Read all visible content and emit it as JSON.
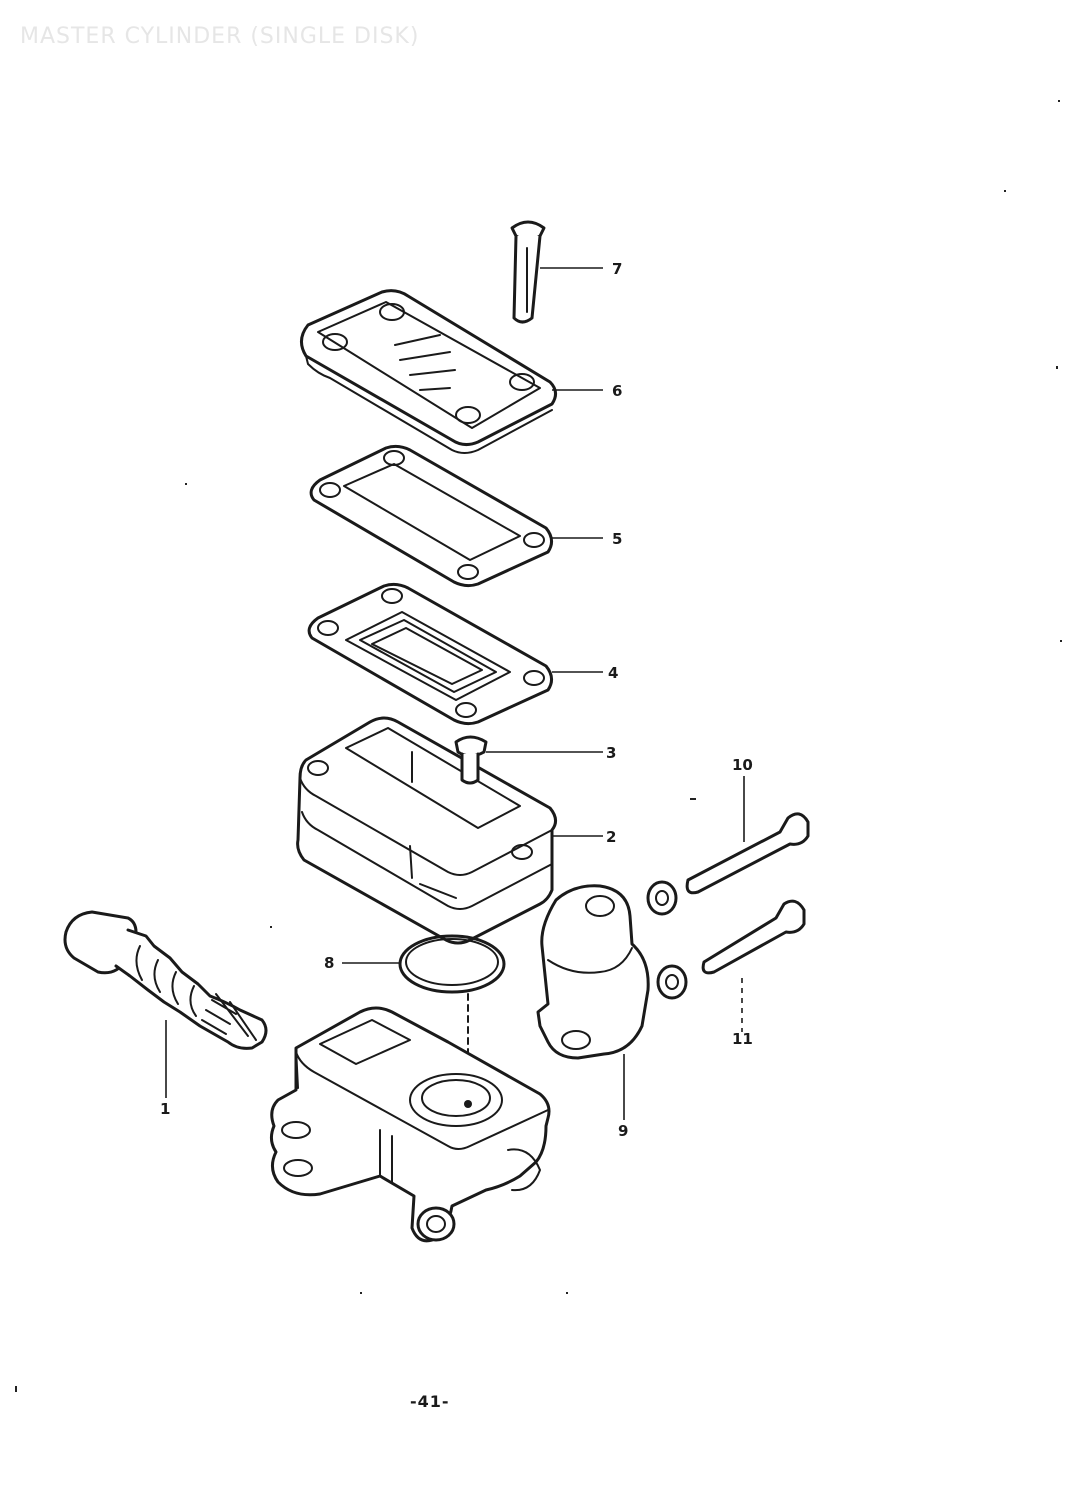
{
  "header": {
    "title": "MASTER CYLINDER (SINGLE DISK)"
  },
  "callouts": [
    {
      "id": "1",
      "label": "1"
    },
    {
      "id": "2",
      "label": "2"
    },
    {
      "id": "3",
      "label": "3"
    },
    {
      "id": "4",
      "label": "4"
    },
    {
      "id": "5",
      "label": "5"
    },
    {
      "id": "6",
      "label": "6"
    },
    {
      "id": "7",
      "label": "7"
    },
    {
      "id": "8",
      "label": "8"
    },
    {
      "id": "9",
      "label": "9"
    },
    {
      "id": "10",
      "label": "10"
    },
    {
      "id": "11",
      "label": "11"
    }
  ],
  "footer": {
    "page_number": "-41-"
  },
  "colors": {
    "ink": "#1a1a1a",
    "paper": "#ffffff",
    "faded_title": "#e6e6e6"
  }
}
